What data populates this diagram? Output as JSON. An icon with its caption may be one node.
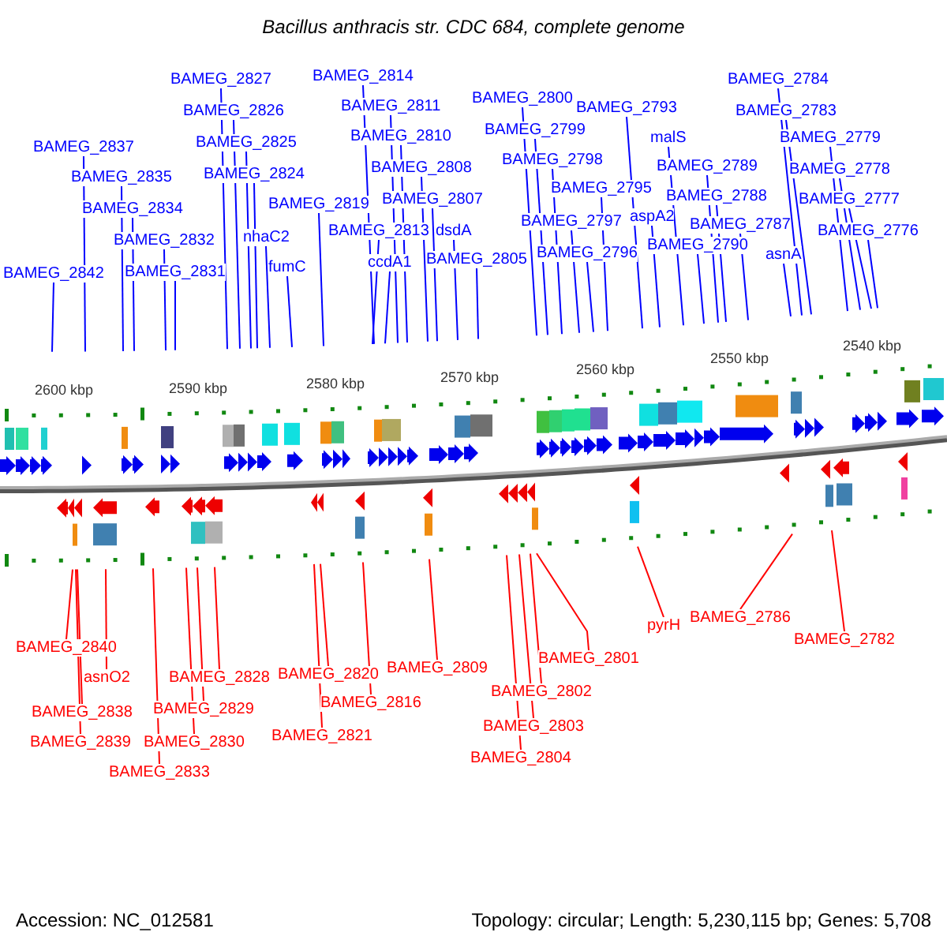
{
  "diagram": {
    "title": "Bacillus anthracis str. CDC 684, complete genome",
    "nodes": [
      {
        "text": [
          "BAMEG_2842"
        ]
      },
      {
        "text": [
          "BAMEG_2837"
        ]
      },
      {
        "text": [
          "BAMEG_2835"
        ]
      },
      {
        "text": [
          "BAMEG_2834"
        ]
      },
      {
        "text": [
          "BAMEG_2832"
        ]
      },
      {
        "text": [
          "BAMEG_2831"
        ]
      },
      {
        "text": [
          "BAMEG_2827"
        ]
      },
      {
        "text": [
          "BAMEG_2826"
        ]
      },
      {
        "text": [
          "BAMEG_2825"
        ]
      },
      {
        "text": [
          "BAMEG_2824"
        ]
      },
      {
        "text": [
          "nhaC2"
        ]
      },
      {
        "text": [
          "fumC"
        ]
      },
      {
        "text": [
          "BAMEG_2819"
        ]
      },
      {
        "text": [
          "BAMEG_2814"
        ]
      },
      {
        "text": [
          "BAMEG_2811"
        ]
      },
      {
        "text": [
          "BAMEG_2810"
        ]
      },
      {
        "text": [
          "BAMEG_2808"
        ]
      },
      {
        "text": [
          "BAMEG_2807"
        ]
      },
      {
        "text": [
          "BAMEG_2813"
        ]
      },
      {
        "text": [
          "ccdA1"
        ]
      },
      {
        "text": [
          "dsdA"
        ]
      },
      {
        "text": [
          "BAMEG_2805"
        ]
      },
      {
        "text": [
          "BAMEG_2800"
        ]
      },
      {
        "text": [
          "BAMEG_2799"
        ]
      },
      {
        "text": [
          "BAMEG_2798"
        ]
      },
      {
        "text": [
          "BAMEG_2797"
        ]
      },
      {
        "text": [
          "BAMEG_2796"
        ]
      },
      {
        "text": [
          "BAMEG_2795"
        ]
      },
      {
        "text": [
          "BAMEG_2793"
        ]
      },
      {
        "text": [
          "aspA2"
        ]
      },
      {
        "text": [
          "malS"
        ]
      },
      {
        "text": [
          "BAMEG_2789"
        ]
      },
      {
        "text": [
          "BAMEG_2788"
        ]
      },
      {
        "text": [
          "BAMEG_2787"
        ]
      },
      {
        "text": [
          "BAMEG_2790"
        ]
      },
      {
        "text": [
          "asnA"
        ]
      },
      {
        "text": [
          "BAMEG_2784"
        ]
      },
      {
        "text": [
          "BAMEG_2783"
        ]
      },
      {
        "text": [
          "BAMEG_2779"
        ]
      },
      {
        "text": [
          "BAMEG_2778"
        ]
      },
      {
        "text": [
          "BAMEG_2777"
        ]
      },
      {
        "text": [
          "BAMEG_2776"
        ]
      },
      {
        "text": [
          "BAMEG_2840"
        ]
      },
      {
        "text": [
          "asnO2"
        ]
      },
      {
        "text": [
          "BAMEG_2838"
        ]
      },
      {
        "text": [
          "BAMEG_2839"
        ]
      },
      {
        "text": [
          "BAMEG_2833"
        ]
      },
      {
        "text": [
          "BAMEG_2828"
        ]
      },
      {
        "text": [
          "BAMEG_2829"
        ]
      },
      {
        "text": [
          "BAMEG_2830"
        ]
      },
      {
        "text": [
          "BAMEG_2820"
        ]
      },
      {
        "text": [
          "BAMEG_2816"
        ]
      },
      {
        "text": [
          "BAMEG_2821"
        ]
      },
      {
        "text": [
          "BAMEG_2809"
        ]
      },
      {
        "text": [
          "BAMEG_2801"
        ]
      },
      {
        "text": [
          "BAMEG_2802"
        ]
      },
      {
        "text": [
          "BAMEG_2803"
        ]
      },
      {
        "text": [
          "BAMEG_2804"
        ]
      },
      {
        "text": [
          "pyrH"
        ]
      },
      {
        "text": [
          "BAMEG_2786"
        ]
      },
      {
        "text": [
          "BAMEG_2782"
        ]
      }
    ],
    "edges": [
      {
        "from": 0,
        "to": null,
        "arrow": "none"
      },
      {
        "from": 1,
        "to": null,
        "arrow": "none"
      },
      {
        "from": 2,
        "to": null,
        "arrow": "none"
      },
      {
        "from": 3,
        "to": null,
        "arrow": "none"
      },
      {
        "from": 4,
        "to": null,
        "arrow": "none"
      },
      {
        "from": 5,
        "to": null,
        "arrow": "none"
      },
      {
        "from": 6,
        "to": null,
        "arrow": "none"
      },
      {
        "from": 7,
        "to": null,
        "arrow": "none"
      },
      {
        "from": 8,
        "to": null,
        "arrow": "none"
      },
      {
        "from": 9,
        "to": null,
        "arrow": "none"
      },
      {
        "from": 10,
        "to": null,
        "arrow": "none"
      },
      {
        "from": 11,
        "to": null,
        "arrow": "none"
      },
      {
        "from": 12,
        "to": null,
        "arrow": "none"
      },
      {
        "from": 13,
        "to": null,
        "arrow": "none"
      },
      {
        "from": 14,
        "to": null,
        "arrow": "none"
      },
      {
        "from": 15,
        "to": null,
        "arrow": "none"
      },
      {
        "from": 16,
        "to": null,
        "arrow": "none"
      },
      {
        "from": 17,
        "to": null,
        "arrow": "none"
      },
      {
        "from": 18,
        "to": null,
        "arrow": "none"
      },
      {
        "from": 19,
        "to": null,
        "arrow": "none"
      },
      {
        "from": 20,
        "to": null,
        "arrow": "none"
      },
      {
        "from": 21,
        "to": null,
        "arrow": "none"
      },
      {
        "from": 22,
        "to": null,
        "arrow": "none"
      },
      {
        "from": 23,
        "to": null,
        "arrow": "none"
      },
      {
        "from": 24,
        "to": null,
        "arrow": "none"
      },
      {
        "from": 25,
        "to": null,
        "arrow": "none"
      },
      {
        "from": 26,
        "to": null,
        "arrow": "none"
      },
      {
        "from": 27,
        "to": null,
        "arrow": "none"
      },
      {
        "from": 28,
        "to": null,
        "arrow": "none"
      },
      {
        "from": 29,
        "to": null,
        "arrow": "none"
      },
      {
        "from": 30,
        "to": null,
        "arrow": "none"
      },
      {
        "from": 31,
        "to": null,
        "arrow": "none"
      },
      {
        "from": 32,
        "to": null,
        "arrow": "none"
      },
      {
        "from": 33,
        "to": null,
        "arrow": "none"
      },
      {
        "from": 34,
        "to": null,
        "arrow": "none"
      },
      {
        "from": 35,
        "to": null,
        "arrow": "none"
      },
      {
        "from": 36,
        "to": null,
        "arrow": "none"
      },
      {
        "from": 37,
        "to": null,
        "arrow": "none"
      },
      {
        "from": 38,
        "to": null,
        "arrow": "none"
      },
      {
        "from": 39,
        "to": null,
        "arrow": "none"
      },
      {
        "from": 40,
        "to": null,
        "arrow": "none"
      },
      {
        "from": 41,
        "to": null,
        "arrow": "none"
      },
      {
        "from": 42,
        "to": null,
        "arrow": "none",
        "color": "#ff0000"
      },
      {
        "from": 43,
        "to": null,
        "arrow": "none",
        "color": "#ff0000"
      },
      {
        "from": 44,
        "to": null,
        "arrow": "none",
        "color": "#ff0000"
      },
      {
        "from": 45,
        "to": null,
        "arrow": "none",
        "color": "#ff0000"
      },
      {
        "from": 46,
        "to": null,
        "arrow": "none",
        "color": "#ff0000"
      },
      {
        "from": 47,
        "to": null,
        "arrow": "none",
        "color": "#ff0000"
      },
      {
        "from": 48,
        "to": null,
        "arrow": "none",
        "color": "#ff0000"
      },
      {
        "from": 49,
        "to": null,
        "arrow": "none",
        "color": "#ff0000"
      },
      {
        "from": 50,
        "to": null,
        "arrow": "none",
        "color": "#ff0000"
      },
      {
        "from": 51,
        "to": null,
        "arrow": "none",
        "color": "#ff0000"
      },
      {
        "from": 52,
        "to": null,
        "arrow": "none",
        "color": "#ff0000"
      },
      {
        "from": 53,
        "to": null,
        "arrow": "none",
        "color": "#ff0000"
      },
      {
        "from": 54,
        "to": null,
        "arrow": "none",
        "color": "#ff0000"
      },
      {
        "from": 55,
        "to": null,
        "arrow": "none",
        "color": "#ff0000"
      },
      {
        "from": 56,
        "to": null,
        "arrow": "none",
        "color": "#ff0000"
      },
      {
        "from": 57,
        "to": null,
        "arrow": "none",
        "color": "#ff0000"
      },
      {
        "from": 58,
        "to": null,
        "arrow": "none",
        "color": "#ff0000"
      },
      {
        "from": 59,
        "to": null,
        "arrow": "none",
        "color": "#ff0000"
      },
      {
        "from": 60,
        "to": null,
        "arrow": "none",
        "color": "#ff0000"
      }
    ],
    "labels": [
      "2600 kbp",
      "2590 kbp",
      "2580 kbp",
      "2570 kbp",
      "2560 kbp",
      "2550 kbp",
      "2540 kbp",
      "Accession: NC_012581",
      "Topology: circular; Length: 5,230,115 bp; Genes: 5,708"
    ]
  }
}
